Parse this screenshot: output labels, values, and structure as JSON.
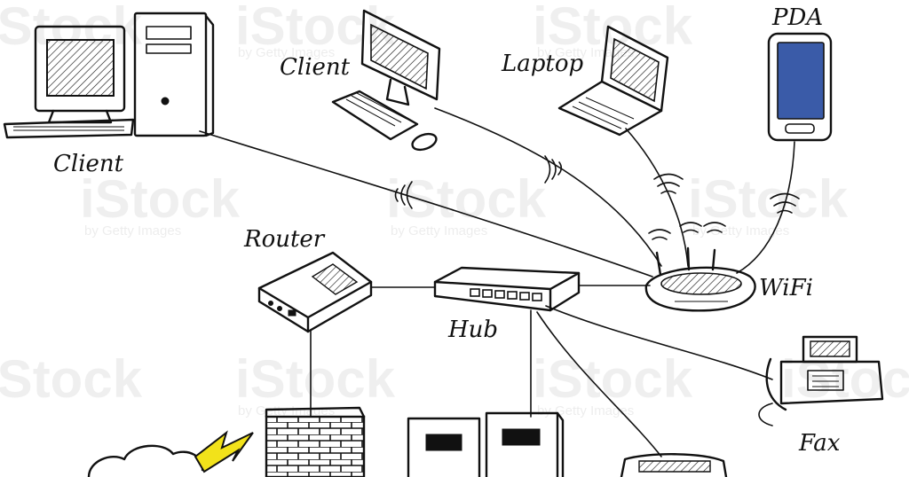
{
  "labels": {
    "client_left": "Client",
    "client_top": "Client",
    "laptop": "Laptop",
    "pda": "PDA",
    "router": "Router",
    "hub": "Hub",
    "wifi": "WiFi",
    "fax": "Fax"
  },
  "watermark": {
    "brand": "iStock",
    "credit": "by Getty Images"
  },
  "colors": {
    "ink": "#111111",
    "pda_screen": "#3a5ba8",
    "bolt": "#f2e21a"
  }
}
